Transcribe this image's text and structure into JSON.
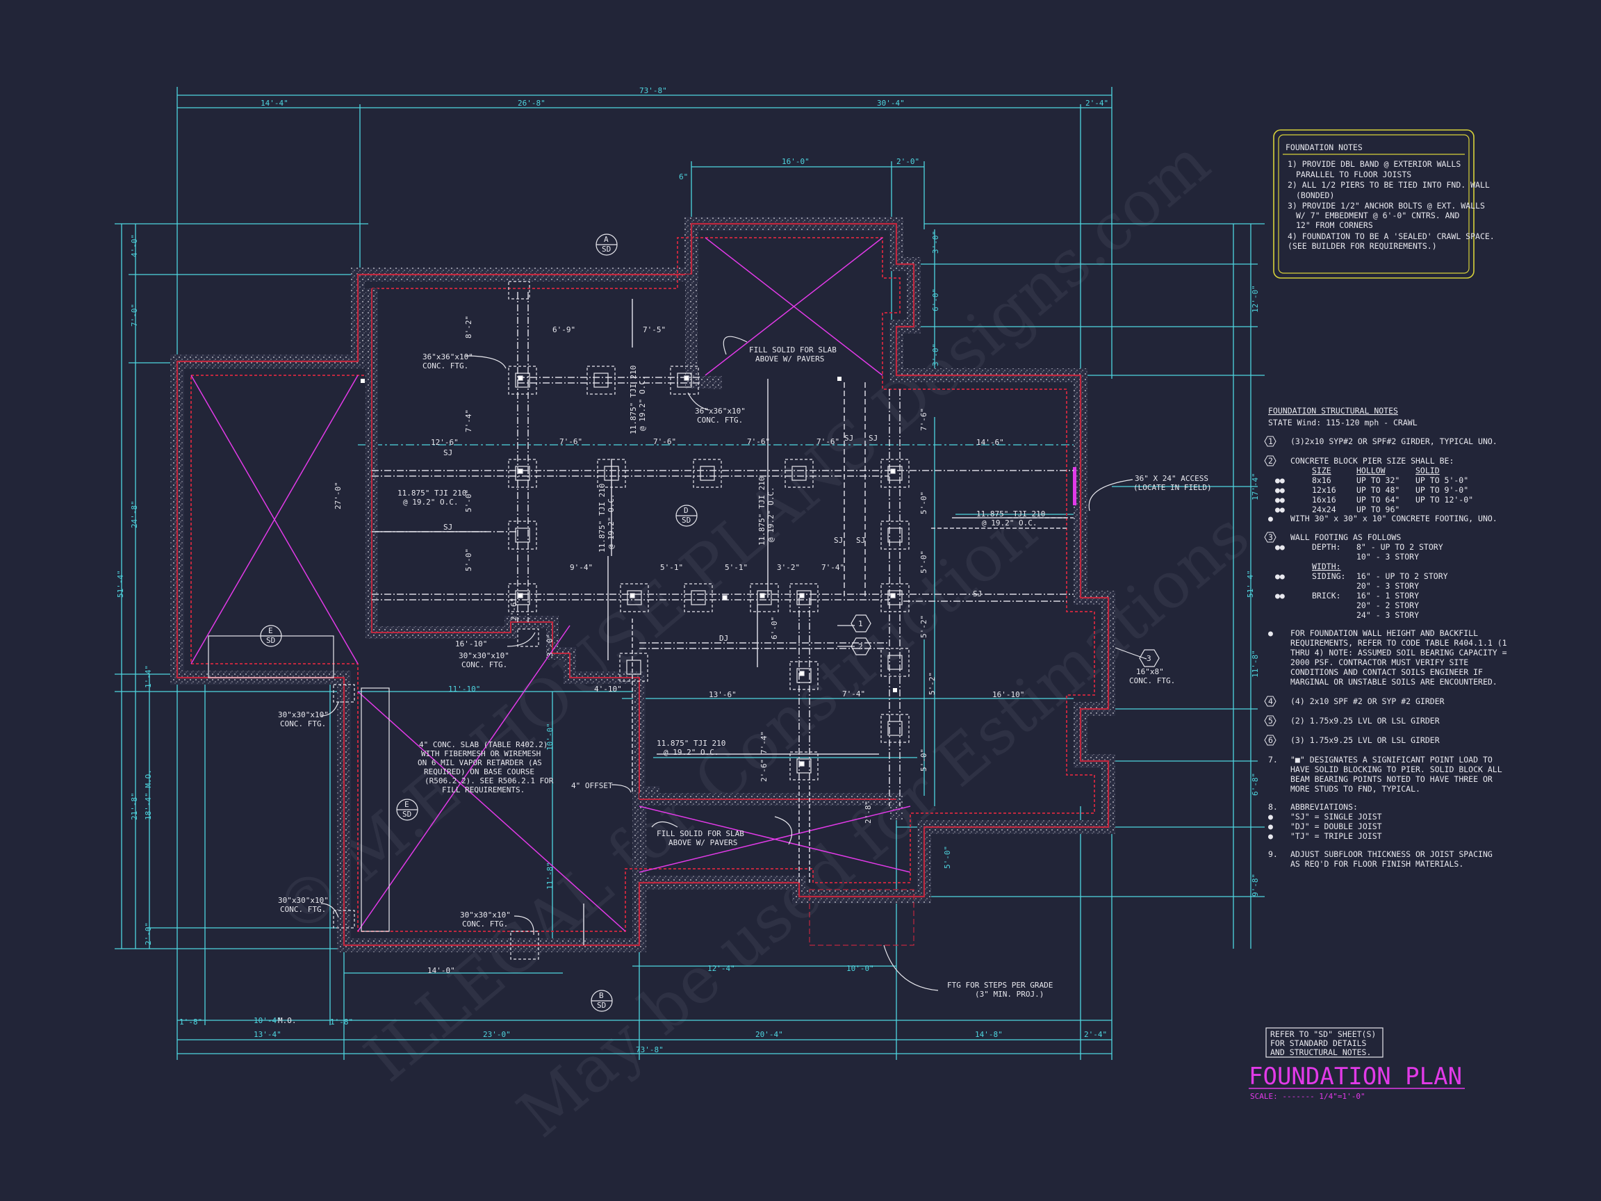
{
  "sheet": {
    "title": "FOUNDATION PLAN",
    "scale": "SCALE: ------- 1/4\"=1'-0\"",
    "refer_lines": [
      "REFER TO \"SD\" SHEET(S)",
      "FOR STANDARD DETAILS",
      "AND STRUCTURAL NOTES."
    ]
  },
  "watermark": {
    "lines": [
      "© M.E. HOUSE PLANS Designs.com",
      "ILLEGAL for Construction",
      "May be used for Estimations"
    ]
  },
  "foundation_notes": {
    "title": "FOUNDATION NOTES",
    "lines": [
      "1) PROVIDE DBL BAND @ EXTERIOR WALLS",
      "PARALLEL TO FLOOR JOISTS",
      "2) ALL 1/2 PIERS TO BE TIED INTO FND. WALL",
      "(BONDED)",
      "3) PROVIDE 1/2\" ANCHOR BOLTS @ EXT. WALLS",
      "W/ 7\" EMBEDMENT @ 6'-0\" CNTRS. AND",
      "12\" FROM CORNERS",
      "4) FOUNDATION TO BE A 'SEALED' CRAWL SPACE.",
      "(SEE BUILDER FOR REQUIREMENTS.)"
    ]
  },
  "structural_notes": {
    "title": "FOUNDATION STRUCTURAL NOTES",
    "subtitle": "STATE Wind: 115-120 mph - CRAWL",
    "n1_mark": "1",
    "n1": "(3)2x10 SYP#2 OR SPF#2 GIRDER, TYPICAL UNO.",
    "n2_mark": "2",
    "n2": "CONCRETE BLOCK PIER SIZE SHALL BE:",
    "pier_head": [
      "SIZE",
      "HOLLOW",
      "SOLID"
    ],
    "pier_rows": [
      [
        "8x16",
        "UP TO 32\"",
        "UP TO 5'-0\""
      ],
      [
        "12x16",
        "UP TO 48\"",
        "UP TO 9'-0\""
      ],
      [
        "16x16",
        "UP TO 64\"",
        "UP TO 12'-0\""
      ],
      [
        "24x24",
        "UP TO 96\"",
        ""
      ]
    ],
    "n2_tail": "WITH 30\" x 30\" x 10\" CONCRETE FOOTING, UNO.",
    "n3_mark": "3",
    "n3": "WALL FOOTING AS FOLLOWS",
    "depth_label": "DEPTH:",
    "depth_1": "8\" - UP TO 2 STORY",
    "depth_2": "10\" - 3 STORY",
    "width_label": "WIDTH:",
    "siding_label": "SIDING:",
    "siding_1": "16\" - UP TO 2 STORY",
    "siding_2": "20\" - 3 STORY",
    "brick_label": "BRICK:",
    "brick_1": "16\" - 1 STORY",
    "brick_2": "20\" - 2 STORY",
    "brick_3": "24\" - 3 STORY",
    "bullet_lines": [
      "FOR FOUNDATION WALL HEIGHT AND BACKFILL",
      "REQUIREMENTS, REFER TO CODE TABLE R404.1.1 (1",
      "THRU 4) NOTE: ASSUMED SOIL BEARING CAPACITY =",
      "2000 PSF. CONTRACTOR MUST VERIFY SITE",
      "CONDITIONS AND CONTACT SOILS ENGINEER IF",
      "MARGINAL OR UNSTABLE SOILS ARE ENCOUNTERED."
    ],
    "n4_mark": "4",
    "n4": "(4) 2x10 SPF #2 OR SYP #2 GIRDER",
    "n5_mark": "5",
    "n5": "(2) 1.75x9.25 LVL OR LSL GIRDER",
    "n6_mark": "6",
    "n6": "(3) 1.75x9.25 LVL OR LSL GIRDER",
    "n7_mark": "7.",
    "n7_lines": [
      "\"■\" DESIGNATES A SIGNIFICANT POINT LOAD TO",
      "HAVE SOLID BLOCKING TO PIER. SOLID BLOCK ALL",
      "BEAM BEARING POINTS NOTED TO HAVE THREE OR",
      "MORE STUDS TO FND, TYPICAL."
    ],
    "n8_mark": "8.",
    "n8_title": "ABBREVIATIONS:",
    "n8_lines": [
      "\"SJ\" = SINGLE JOIST",
      "\"DJ\" = DOUBLE JOIST",
      "\"TJ\" = TRIPLE JOIST"
    ],
    "n9_mark": "9.",
    "n9_lines": [
      "ADJUST SUBFLOOR THICKNESS OR JOIST SPACING",
      "AS REQ'D FOR FLOOR FINISH MATERIALS."
    ]
  },
  "plan": {
    "dims_top_total": "73'-8\"",
    "dims_top": [
      "14'-4\"",
      "26'-8\"",
      "30'-4\"",
      "2'-4\""
    ],
    "dims_top_inner": [
      "16'-0\"",
      "2'-0\"",
      "6\""
    ],
    "dims_bottom": [
      "1'-8\"",
      "10'-4\"",
      "M.O.",
      "1'-8\""
    ],
    "dims_bottom2": [
      "13'-4\"",
      "23'-0\"",
      "20'-4\"",
      "14'-8\"",
      "2'-4\""
    ],
    "dims_bottom_total": "73'-8\"",
    "dims_bottom_inner": [
      "14'-0\"",
      "12'-4\"",
      "10'-0\""
    ],
    "dims_left": [
      "4'-0\"",
      "7'-0\"",
      "24'-8\"",
      "51'-4\"",
      "1'-4\"",
      "21'-8\"",
      "18'-4\" M.O.",
      "2'-0\""
    ],
    "dims_right": [
      "3'-0\"",
      "6'-0\"",
      "3'-0\"",
      "12'-0\"",
      "17'-4\"",
      "51'-4\"",
      "11'-8\"",
      "6'-8\"",
      "9'-8\""
    ],
    "dims_interior": [
      "6'-9\"",
      "7'-5\"",
      "8'-2\"",
      "12'-6\"",
      "7'-6\"",
      "7'-6\"",
      "7'-6\"",
      "7'-6\"",
      "14'-6\"",
      "7'-4\"",
      "7'-6\"",
      "27'-0\"",
      "5'-0\"",
      "5'-0\"",
      "9'-4\"",
      "5'-1\"",
      "5'-1\"",
      "3'-2\"",
      "7'-4\"",
      "5'-0\"",
      "5'-2\"",
      "5'-2\"",
      "16'-10\"",
      "11'-10\"",
      "4'-10\"",
      "13'-6\"",
      "7'-4\"",
      "16'-10\"",
      "10'-0\"",
      "11'-8\"",
      "3'-0\"",
      "2'-6\"",
      "6'-0\"",
      "7'-4\"",
      "2'-6\"",
      "5'-0\"",
      "5'-0\"",
      "2'-8\"",
      "5'-0\""
    ],
    "joists": [
      "11.875\" TJI 210",
      "@ 19.2\" O.C."
    ],
    "sj": "SJ",
    "dj": "DJ",
    "callouts": {
      "ftg36": [
        "36\"x36\"x10\"",
        "CONC. FTG."
      ],
      "ftg30": [
        "30\"x30\"x10\"",
        "CONC. FTG."
      ],
      "wall_ftg": [
        "16\"x8\"",
        "CONC. FTG."
      ],
      "fill1": [
        "FILL SOLID FOR SLAB",
        "ABOVE W/ PAVERS"
      ],
      "fill2": [
        "FILL SOLID FOR SLAB",
        "ABOVE W/ PAVERS"
      ],
      "access": [
        "36\" X 24\" ACCESS",
        "(LOCATE IN FIELD)"
      ],
      "slab": [
        "4\" CONC. SLAB (TABLE R402.2)",
        "WITH FIBERMESH OR WIREMESH",
        "ON 6 MIL VAPOR RETARDER (AS",
        "REQUIRED) ON BASE COURSE",
        "(R506.2.2). SEE R506.2.1 FOR",
        "FILL REQUIREMENTS."
      ],
      "offset": "4\" OFFSET",
      "steps": [
        "FTG FOR STEPS PER GRADE",
        "(3\" MIN. PROJ.)"
      ]
    },
    "section_tags": {
      "a": "A",
      "b": "B",
      "d": "D",
      "e": "E",
      "e2": "E",
      "sd": "SD"
    },
    "note_tags": [
      "1",
      "2",
      "3"
    ]
  },
  "colors": {
    "background": "#222538",
    "dimension": "#4fd6e0",
    "wall": "#c0283f",
    "text": "#e8e8ee",
    "magenta": "#e23ae8",
    "yellow": "#d8d23a"
  }
}
